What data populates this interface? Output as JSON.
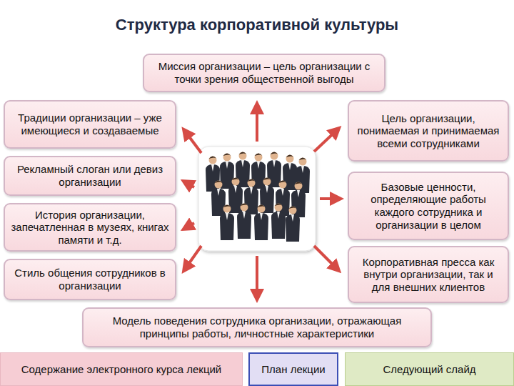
{
  "diagram": {
    "title": "Структура корпоративной культуры",
    "nodes": [
      {
        "text": [
          "Миссия организации – цель организации с точки зрения общественной выгоды"
        ]
      },
      {
        "text": [
          "Традиции организации – уже имеющиеся и создаваемые"
        ]
      },
      {
        "text": [
          "Цель организации, понимаемая и принимаемая всеми сотрудниками"
        ]
      },
      {
        "text": [
          "Рекламный слоган или девиз организации"
        ]
      },
      {
        "text": [
          "Базовые ценности, определяющие работы каждого сотрудника и организации в целом"
        ]
      },
      {
        "text": [
          "История организации, запечатленная в музеях, книгах памяти и т.д."
        ]
      },
      {
        "text": [
          "Корпоративная пресса как внутри организации, так и для внешних клиентов"
        ]
      },
      {
        "text": [
          "Стиль общения сотрудников в организации"
        ]
      },
      {
        "text": [
          "Модель поведения сотрудника организации, отражающая принципы работы, личностные характеристики"
        ]
      },
      {
        "text": [
          "Содержание электронного курса лекций"
        ]
      },
      {
        "text": [
          "План лекции"
        ]
      },
      {
        "text": [
          "Следующий слайд"
        ]
      }
    ]
  }
}
